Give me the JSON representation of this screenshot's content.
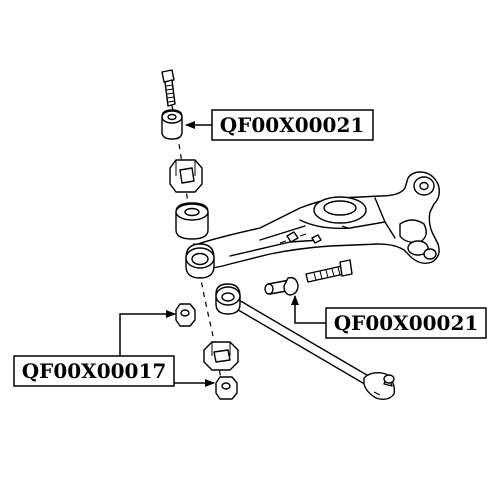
{
  "callouts": [
    {
      "id": "top",
      "label": "QF00X00021"
    },
    {
      "id": "middle",
      "label": "QF00X00021"
    },
    {
      "id": "bottom",
      "label": "QF00X00017"
    }
  ],
  "colors": {
    "ink": "#000000",
    "background": "#ffffff"
  }
}
